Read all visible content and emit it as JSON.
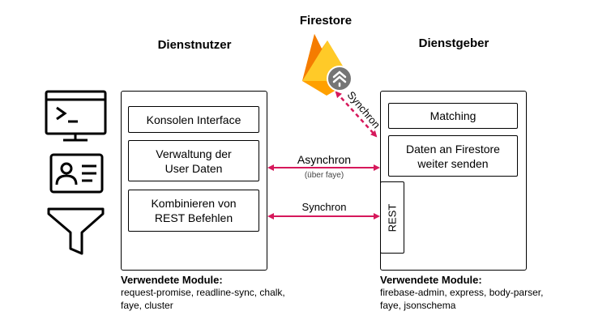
{
  "firestore_label": "Firestore",
  "client": {
    "heading": "Dienstnutzer",
    "boxes": [
      "Konsolen Interface",
      "Verwaltung der\nUser Daten",
      "Kombinieren von\nREST Befehlen"
    ],
    "modules_title": "Verwendete Module:",
    "modules_list": "request-promise, readline-sync, chalk,\nfaye, cluster"
  },
  "server": {
    "heading": "Dienstgeber",
    "boxes": [
      "Matching",
      "Daten an Firestore\nweiter senden"
    ],
    "rest_label": "REST",
    "modules_title": "Verwendete Module:",
    "modules_list": "firebase-admin, express, body-parser,\nfaye, jsonschema"
  },
  "connections": {
    "async_label": "Asynchron",
    "async_sublabel": "(über faye)",
    "sync_label": "Synchron",
    "firestore_sync_label": "Synchron"
  },
  "colors": {
    "arrow": "#d6185b",
    "firebase_yellow": "#ffca28",
    "firebase_orange": "#f57c00",
    "badge": "#757575"
  },
  "icons": [
    "terminal-icon",
    "id-card-icon",
    "filter-funnel-icon",
    "firebase-logo-icon"
  ]
}
